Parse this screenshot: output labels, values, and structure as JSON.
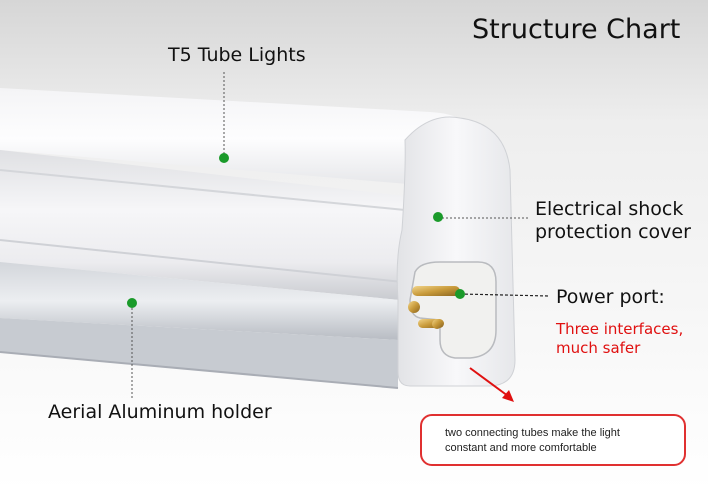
{
  "title": "Structure Chart",
  "labels": {
    "tube": "T5 Tube Lights",
    "cover_line1": "Electrical shock",
    "cover_line2": "protection cover",
    "power_port": "Power port:",
    "interfaces_line1": "Three interfaces,",
    "interfaces_line2": "much safer",
    "holder": "Aerial Aluminum holder",
    "note_line1": "two connecting tubes make the light",
    "note_line2": "constant and more comfortable"
  },
  "colors": {
    "marker": "#1a9a2a",
    "highlight": "#e01010",
    "note_border": "#e03030"
  }
}
